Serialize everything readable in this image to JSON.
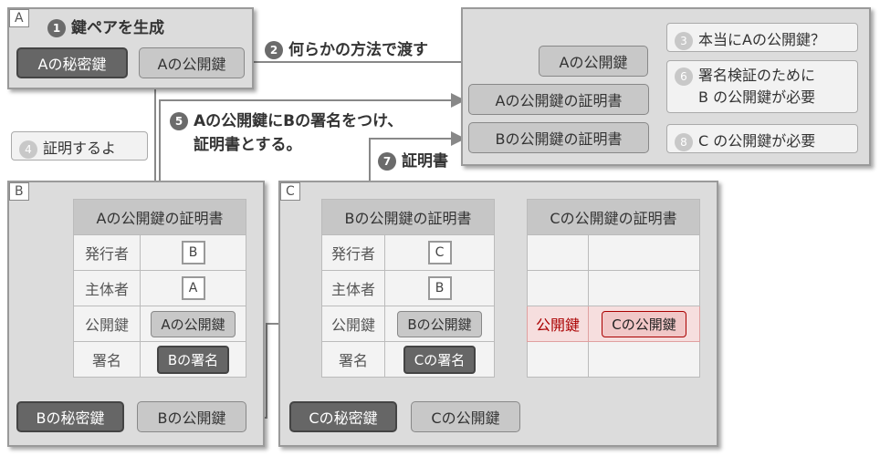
{
  "colors": {
    "panel_bg": "#dcdcdc",
    "dark_key": "#666666",
    "light_key": "#c8c8c8",
    "highlight_red": "#a00000",
    "highlight_fill": "#f1c7c7"
  },
  "panel_a": {
    "tag": "A",
    "step1": {
      "num": "1",
      "text": "鍵ペアを生成"
    },
    "private_key": "Aの秘密鍵",
    "public_key": "Aの公開鍵"
  },
  "step2": {
    "num": "2",
    "text": "何らかの方法で渡す"
  },
  "receiver": {
    "a_public_key": "Aの公開鍵",
    "a_cert": "Aの公開鍵の証明書",
    "b_cert": "Bの公開鍵の証明書",
    "note3": {
      "num": "3",
      "text": "本当にAの公開鍵？"
    },
    "note6": {
      "num": "6",
      "line1": "署名検証のために",
      "line2": "B の公開鍵が必要"
    },
    "note8": {
      "num": "8",
      "text": "C の公開鍵が必要"
    }
  },
  "step4": {
    "num": "4",
    "text": "証明するよ"
  },
  "step5": {
    "num": "5",
    "line1": "Aの公開鍵にBの署名をつけ、",
    "line2": "証明書とする。"
  },
  "step7": {
    "num": "7",
    "text": "証明書"
  },
  "panel_b": {
    "tag": "B",
    "cert_title": "Aの公開鍵の証明書",
    "rows": {
      "issuer_label": "発行者",
      "issuer_value": "B",
      "subject_label": "主体者",
      "subject_value": "A",
      "pubkey_label": "公開鍵",
      "pubkey_value": "Aの公開鍵",
      "sig_label": "署名",
      "sig_value": "Bの署名"
    },
    "private_key": "Bの秘密鍵",
    "public_key": "Bの公開鍵"
  },
  "panel_c": {
    "tag": "C",
    "cert_b_title": "Bの公開鍵の証明書",
    "cert_b_rows": {
      "issuer_label": "発行者",
      "issuer_value": "C",
      "subject_label": "主体者",
      "subject_value": "B",
      "pubkey_label": "公開鍵",
      "pubkey_value": "Bの公開鍵",
      "sig_label": "署名",
      "sig_value": "Cの署名"
    },
    "cert_c_title": "Cの公開鍵の証明書",
    "cert_c_rows": {
      "pubkey_label": "公開鍵",
      "pubkey_value": "Cの公開鍵"
    },
    "private_key": "Cの秘密鍵",
    "public_key": "Cの公開鍵"
  }
}
